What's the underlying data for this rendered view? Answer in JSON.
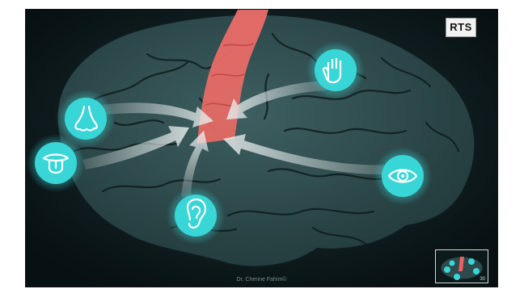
{
  "logo": {
    "text": "RTS"
  },
  "credit": {
    "text": "Dr. Cherine Fahim©"
  },
  "thumbnail": {
    "number": "30"
  },
  "senses": [
    {
      "name": "hand-icon"
    },
    {
      "name": "nose-icon"
    },
    {
      "name": "tongue-icon"
    },
    {
      "name": "ear-icon"
    },
    {
      "name": "eye-icon"
    }
  ],
  "colors": {
    "background": "#0b1416",
    "brain": "#2e4a4c",
    "sulci": "#0e1c1e",
    "icon_circle": "#38d6d6",
    "cortex_strip": "#e8625e",
    "arrow": "#e6ecec"
  }
}
